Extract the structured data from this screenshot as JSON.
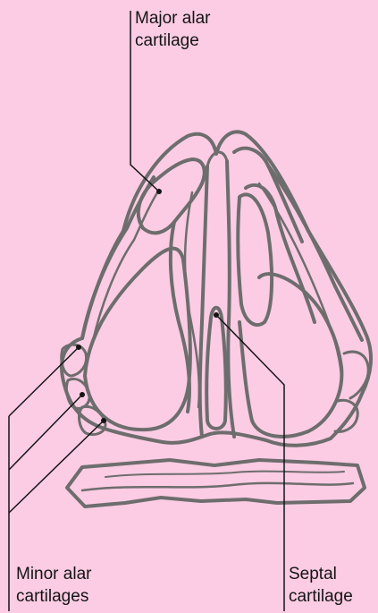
{
  "background_color": "#fbcce4",
  "outline_color": "#6d6d6d",
  "leader_color": "#141414",
  "labels": {
    "major_alar": {
      "line1": "Major alar",
      "line2": "cartilage"
    },
    "minor_alar": {
      "line1": "Minor alar",
      "line2": "cartilages"
    },
    "septal": {
      "line1": "Septal",
      "line2": "cartilage"
    }
  }
}
